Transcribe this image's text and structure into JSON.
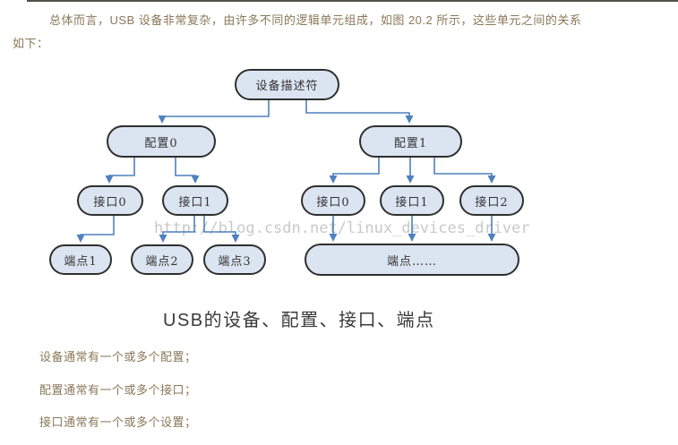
{
  "paragraph_top": {
    "line1": "总体而言，USB 设备非常复杂，由许多不同的逻辑单元组成，如图 20.2 所示，这些单元之间的关系",
    "line2": "如下："
  },
  "watermark": "http://blog.csdn.net/linux_devices_driver",
  "caption": "USB的设备、配置、接口、端点",
  "paragraph_bottom": {
    "line1": "设备通常有一个或多个配置；",
    "line2": "配置通常有一个或多个接口；",
    "line3": "接口通常有一个或多个设置；"
  },
  "diagram": {
    "nodes": {
      "device": "设备描述符",
      "config0": "配置0",
      "config1": "配置1",
      "if0L": "接口0",
      "if1L": "接口1",
      "if0R": "接口0",
      "if1R": "接口1",
      "if2R": "接口2",
      "ep1": "端点1",
      "ep2": "端点2",
      "ep3": "端点3",
      "epMore": "端点……"
    },
    "edges": [
      "device→config0",
      "device→config1",
      "config0→if0L",
      "config0→if1L",
      "config1→if0R",
      "config1→if1R",
      "config1→if2R",
      "if0L→ep1",
      "if1L→ep2",
      "if1L→ep3",
      "if0R→epMore",
      "if1R→epMore",
      "if2R→epMore"
    ],
    "colors": {
      "node_fill": "#dbe5f1",
      "node_border": "#2f2f2f",
      "connector": "#4f81bd",
      "body_text": "#8a7858",
      "watermark": "#c9c9c9",
      "caption": "#3a3a3a"
    }
  }
}
